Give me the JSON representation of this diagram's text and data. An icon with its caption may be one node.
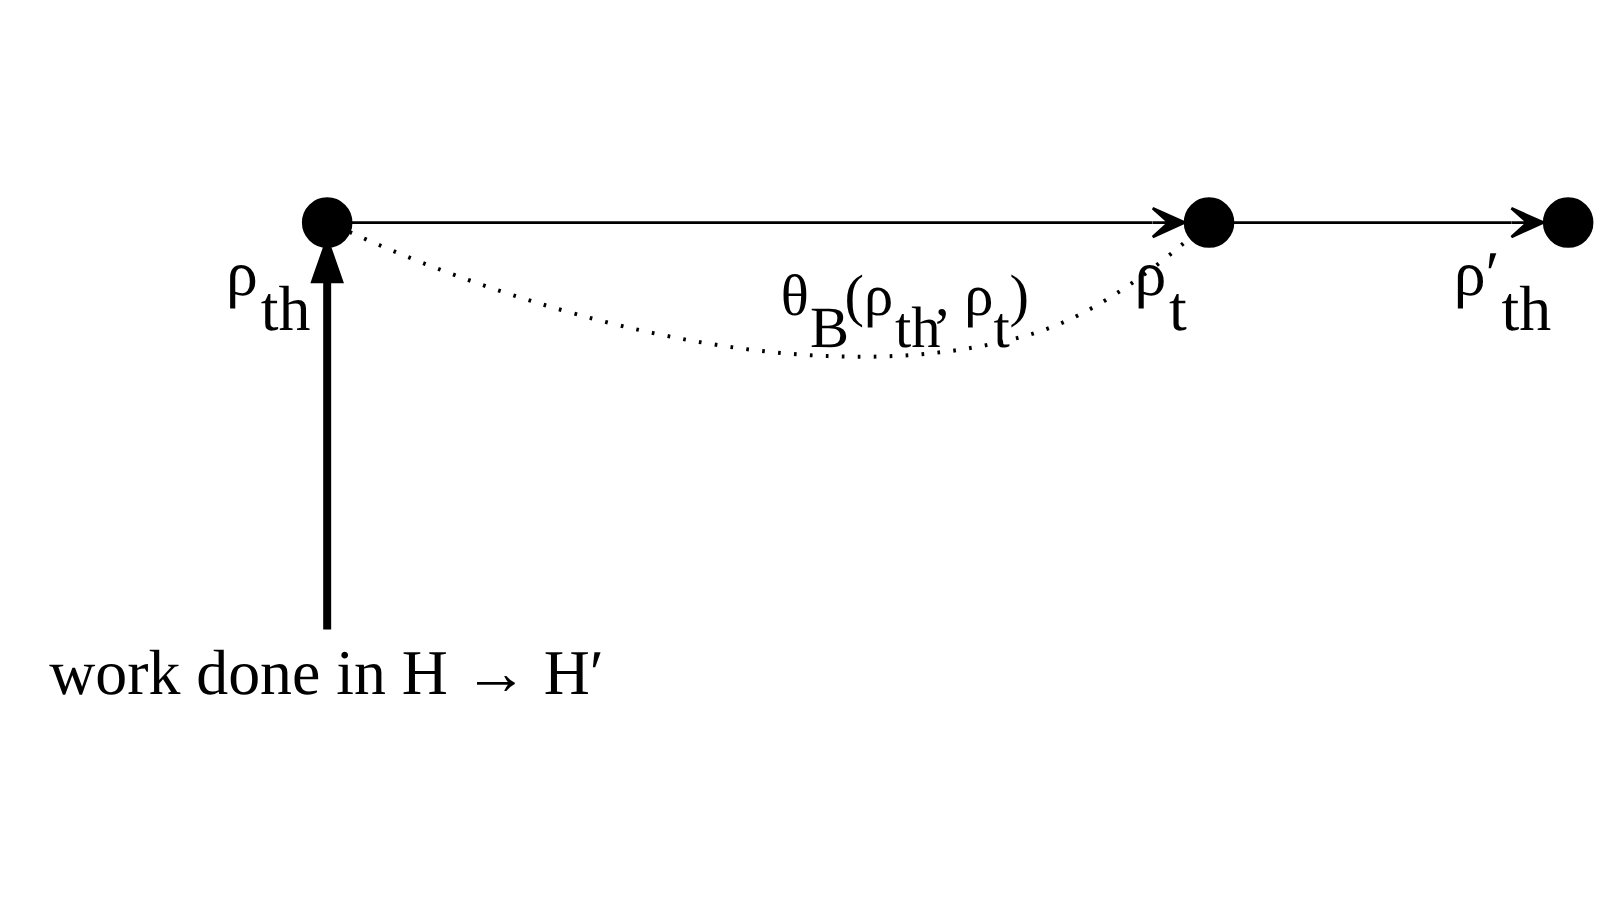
{
  "diagram": {
    "nodes": [
      {
        "text": [],
        "shape": "circle",
        "beside": [
          "ρ$_{th}$"
        ]
      },
      {
        "text": [],
        "shape": "circle",
        "beside": [
          "ρ$_{t}$"
        ]
      },
      {
        "text": [],
        "shape": "circle",
        "beside": [
          "ρ′$_{th}$"
        ]
      },
      {
        "text": [
          "work done in H → H′"
        ]
      }
    ],
    "edges": [
      {
        "from": 0,
        "to": 1,
        "arrow": "to"
      },
      {
        "from": 1,
        "to": 2,
        "arrow": "to"
      },
      {
        "from": 0,
        "to": 1,
        "arrow": "none",
        "style": "dashed",
        "label": "θ$_{B}$(ρ$_{th}$, ρ$_{t}$)"
      },
      {
        "from": 3,
        "to": 0,
        "arrow": "to",
        "style": "thick"
      }
    ]
  }
}
